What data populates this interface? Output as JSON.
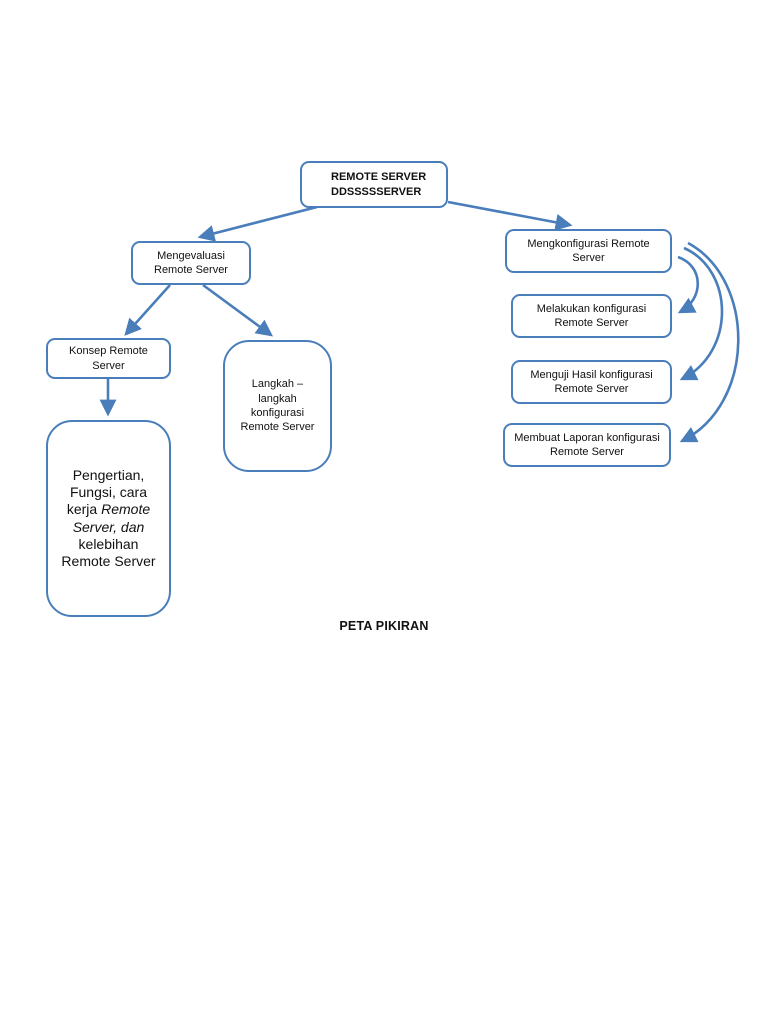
{
  "colors": {
    "accent": "#4a7ebb"
  },
  "footer": {
    "title": "PETA PIKIRAN"
  },
  "nodes": {
    "root": {
      "lines": [
        "REMOTE SERVER",
        "DDSSSSSERVER"
      ]
    },
    "mengevaluasi": {
      "label": "Mengevaluasi Remote Server"
    },
    "mengkonfigurasi": {
      "label": "Mengkonfigurasi Remote Server"
    },
    "melakukan": {
      "label": "Melakukan konfigurasi Remote Server"
    },
    "menguji": {
      "label": "Menguji Hasil konfigurasi Remote Server"
    },
    "membuat": {
      "label": "Membuat Laporan konfigurasi Remote Server"
    },
    "konsep": {
      "label": "Konsep Remote Server"
    },
    "langkah": {
      "label": "Langkah – langkah konfigurasi Remote Server"
    },
    "detail": {
      "segments": [
        {
          "text": "Pengertian, Fungsi, cara kerja ",
          "style": "normal"
        },
        {
          "text": "Remote Server, dan",
          "style": "italic"
        },
        {
          "text": " kelebihan Remote Server",
          "style": "normal"
        }
      ]
    }
  }
}
